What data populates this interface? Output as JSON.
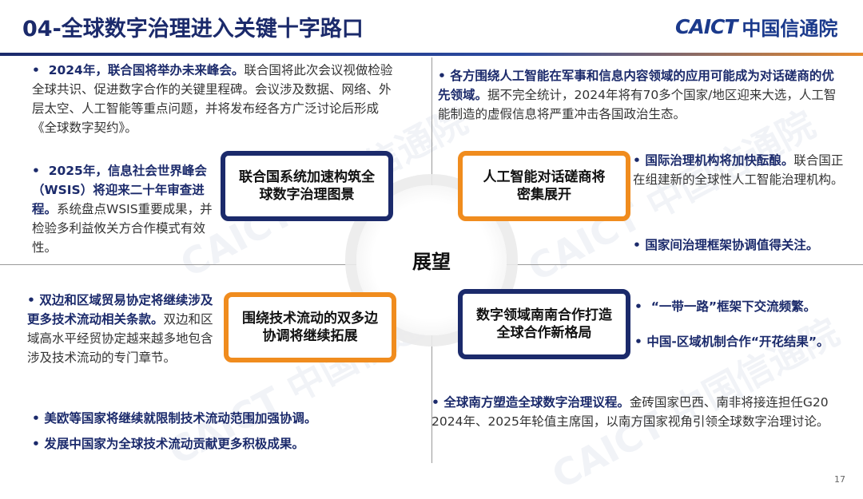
{
  "header": {
    "title": "04-全球数字治理进入关键十字路口",
    "logo_en": "CAICT",
    "logo_cn": "中国信通院"
  },
  "center": {
    "label": "展望"
  },
  "boxes": {
    "top_left": "联合国系统加速构筑全球数字治理图景",
    "top_right": "人工智能对话磋商将密集展开",
    "bottom_left": "围绕技术流动的双多边协调将继续拓展",
    "bottom_right": "数字领域南南合作打造全球合作新格局"
  },
  "top_left": {
    "item1": {
      "bold": "2024年，联合国将举办未来峰会。",
      "text": "联合国将此次会议视做检验全球共识、促进数字合作的关键里程碑。会议涉及数据、网络、外层太空、人工智能等重点问题，并将发布经各方广泛讨论后形成《全球数字契约》。"
    },
    "item2": {
      "bold": "2025年，信息社会世界峰会（WSIS）将迎来二十年审查进程。",
      "text": "系统盘点WSIS重要成果，并检验多利益攸关方合作模式有效性。"
    }
  },
  "top_right": {
    "item1": {
      "bold": "各方围绕人工智能在军事和信息内容领域的应用可能成为对话磋商的优先领域。",
      "text": "据不完全统计，2024年将有70多个国家/地区迎来大选，人工智能制造的虚假信息将严重冲击各国政治生态。"
    },
    "item2": {
      "bold": "国际治理机构将加快酝酿。",
      "text": "联合国正在组建新的全球性人工智能治理机构。"
    },
    "item3": {
      "bold": "国家间治理框架协调值得关注。"
    }
  },
  "bottom_left": {
    "item1": {
      "bold": "双边和区域贸易协定将继续涉及更多技术流动相关条款。",
      "text": "双边和区域高水平经贸协定越来越多地包含涉及技术流动的专门章节。"
    },
    "item2": {
      "bold": "美欧等国家将继续就限制技术流动范围加强协调。"
    },
    "item3": {
      "bold": "发展中国家为全球技术流动贡献更多积极成果。"
    }
  },
  "bottom_right": {
    "item1": {
      "bold": "“一带一路”框架下交流频繁。"
    },
    "item2": {
      "bold": "中国-区域机制合作“开花结果”。"
    },
    "item3": {
      "bold": "全球南方塑造全球数字治理议程。",
      "text": "金砖国家巴西、南非将接连担任G20 2024年、2025年轮值主席国，以南方国家视角引领全球数字治理讨论。"
    }
  },
  "footer": {
    "page_number": "17"
  },
  "colors": {
    "navy": "#1b2a6b",
    "orange": "#f08c1e"
  }
}
